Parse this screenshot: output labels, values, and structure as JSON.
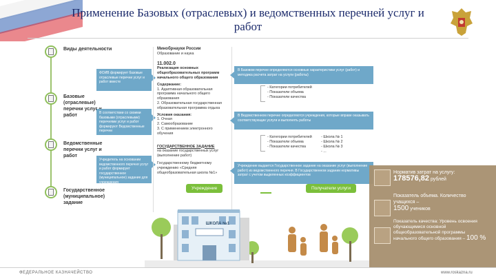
{
  "title": "Применение Базовых (отраслевых) и ведомственных перечней услуг и работ",
  "stages": [
    {
      "label": "Виды деятельности"
    },
    {
      "label": "Базовые (отраслевые) перечни услуг и работ"
    },
    {
      "label": "Ведомственные перечни услуг и работ"
    },
    {
      "label": "Государственное (муниципальное) задание"
    }
  ],
  "left_notes": [
    "ФОИВ формирует базовые отраслевые перечни услуг и работ вместе",
    "В соответствии со своими базовыми (отраслевыми) перечнями услуг и работ формируют Ведомственные перечни",
    "Учредитель на основании ведомственного перечня услуг и работ формирует государственное (муниципальное) задание для учреждения"
  ],
  "center": {
    "org": "Минобрнауки России",
    "sub": "Образование и наука",
    "code": "11.002.0",
    "service_heading": "Реализация основных общеобразовательных программ начального общего образования",
    "content_label": "Содержание:",
    "content_items": [
      "1. Адаптивная образовательная программа начального общего образования",
      "2. Образовательная государственная образовательная программа отдыха"
    ],
    "conditions_label": "Условия оказания:",
    "conditions_items": [
      "1. Очная",
      "2. Самообразование",
      "3. С применением электронного обучения"
    ],
    "task_heading": "ГОСУДАРСТВЕННОЕ ЗАДАНИЕ",
    "task_sub": "на оказание государственных услуг (выполнение работ)",
    "task_note": "Государственному бюджетному учреждению «Средняя общеобразовательная школа №1»"
  },
  "right_notes": [
    "В Базовом перечне определяются основные характеристики услуг (работ) и методика расчета затрат на услуги (работы)",
    "В Ведомственном перечне определяются учреждения, которые вправе оказывать соответствующие услуги и выполнять работы",
    "Учреждение выдается Государственное задание на оказание услуг (выполнение работ) из ведомственного перечня. В Государственном задании нормативы затрат с учетом выделенных коэффициентов"
  ],
  "right_lists": [
    {
      "items": [
        "- Категории потребителей",
        "- Показатели объема",
        "- Показатели качества"
      ]
    },
    {
      "items": [
        "- Категории потребителей",
        "- Показатели объема",
        "- Показатели качества"
      ],
      "schools": [
        "- Школа № 1",
        "- Школа № 2",
        "- Школа № 3",
        "- ..."
      ]
    }
  ],
  "illustration": {
    "institution_label": "Учреждение",
    "recipients_label": "Получатели услуги",
    "school_sign": "ШКОЛА №1"
  },
  "panel": {
    "norm_label": "Норматив затрат на услугу:",
    "norm_value": "178576,82",
    "norm_unit": "рублей",
    "volume_label": "Показатель объема. Количество учащихся –",
    "volume_value": "1500",
    "volume_unit": "учеников",
    "quality_label": "Показатель качества: Уровень освоения обучающимися основной общеобразовательной программы начального общего образования –",
    "quality_value": "100 %"
  },
  "footer": {
    "left": "ФЕДЕРАЛЬНОЕ КАЗНАЧЕЙСТВО",
    "right": "www.roskazna.ru"
  },
  "colors": {
    "accent_blue": "#6fa8c9",
    "accent_green": "#7bbf3b",
    "panel_brown": "#a78f6f",
    "title_blue": "#1b2a6b"
  }
}
